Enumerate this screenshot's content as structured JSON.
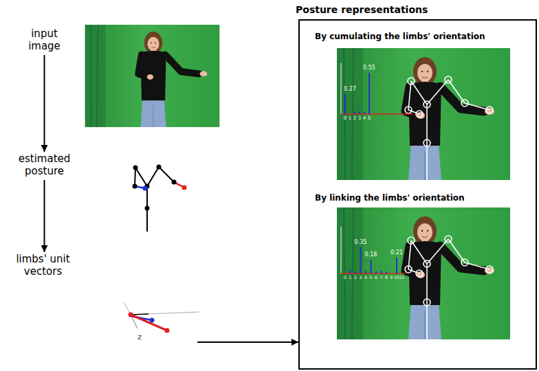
{
  "diagram": {
    "nodes": [
      {
        "text": [
          "input image"
        ]
      },
      {
        "text": [
          "estimated posture"
        ]
      },
      {
        "text": [
          "limbs' unit vectors"
        ]
      },
      {
        "text": [
          "Posture representations"
        ]
      },
      {
        "text": [
          "By cumulating the limbs' orientation"
        ],
        "in": 3
      },
      {
        "text": [
          "By linking the limbs' orientation"
        ],
        "in": 3
      }
    ],
    "edges": [
      {
        "from": 0,
        "to": 1,
        "arrow": "to"
      },
      {
        "from": 1,
        "to": 2,
        "arrow": "to"
      },
      {
        "from": 2,
        "to": 3,
        "arrow": "to"
      }
    ],
    "labels": [
      "z",
      "0.27",
      "0.55",
      "0",
      "1",
      "2",
      "3",
      "4",
      "5",
      "0.35",
      "0.18",
      "0.21",
      "0",
      "1",
      "2",
      "3",
      "4",
      "5",
      "6",
      "7",
      "8",
      "9",
      "10",
      "11"
    ]
  }
}
